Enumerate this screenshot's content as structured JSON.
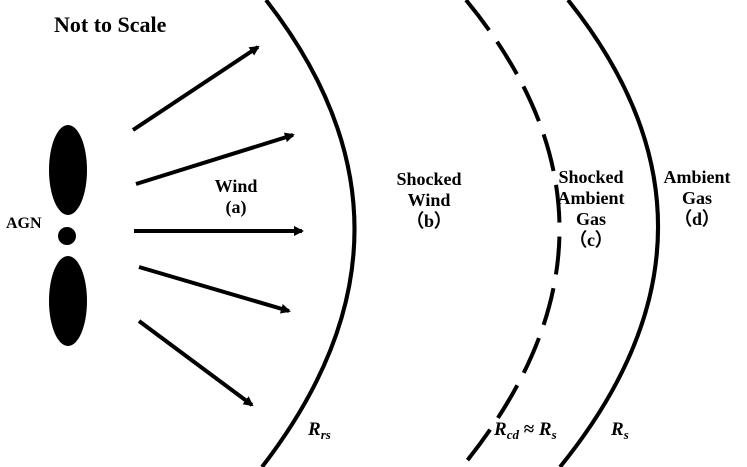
{
  "title": "Not to Scale",
  "source_label": "AGN",
  "regions": {
    "wind": {
      "line1": "Wind",
      "tag": "(a)"
    },
    "shocked_wind": {
      "line1": "Shocked",
      "line2": "Wind",
      "tag": "（b）"
    },
    "shocked_ambient": {
      "line1": "Shocked",
      "line2": "Ambient",
      "line3": "Gas",
      "tag": "（c）"
    },
    "ambient": {
      "line1": "Ambient",
      "line2": "Gas",
      "tag": "（d）"
    }
  },
  "radii": {
    "rrs": {
      "symbol": "R",
      "sub": "rs"
    },
    "rcd": {
      "symbol": "R",
      "sub": "cd",
      "approx": " ≈ ",
      "symbol2": "R",
      "sub2": "s"
    },
    "rs": {
      "symbol": "R",
      "sub": "s"
    }
  },
  "colors": {
    "ink": "#000000",
    "background": "#ffffff"
  }
}
